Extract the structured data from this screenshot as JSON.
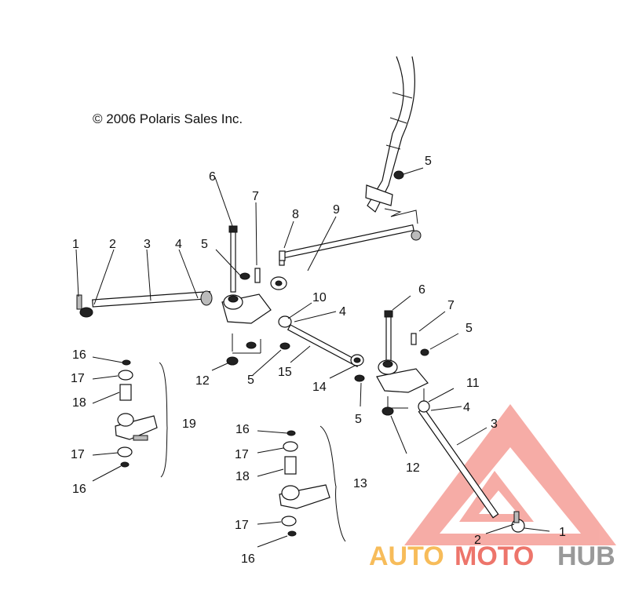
{
  "copyright": "© 2006 Polaris Sales Inc.",
  "callouts": {
    "c1a": "1",
    "c2a": "2",
    "c3a": "3",
    "c4a": "4",
    "c5a": "5",
    "c6a": "6",
    "c7a": "7",
    "c8": "8",
    "c9": "9",
    "c5b": "5",
    "c10": "10",
    "c4b": "4",
    "c12a": "12",
    "c5c": "5",
    "c15": "15",
    "c14": "14",
    "c6b": "6",
    "c7b": "7",
    "c5d": "5",
    "c11": "11",
    "c4c": "4",
    "c3b": "3",
    "c5e": "5",
    "c12b": "12",
    "c2b": "2",
    "c1b": "1",
    "c16a": "16",
    "c17a": "17",
    "c18a": "18",
    "c19": "19",
    "c17b": "17",
    "c16b": "16",
    "c16c": "16",
    "c17c": "17",
    "c18b": "18",
    "c13": "13",
    "c17d": "17",
    "c16d": "16"
  },
  "watermark": {
    "text_part1": "AUTO",
    "text_part2": "MOTO",
    "text_part3": "HUB",
    "color_orange": "#f5a623",
    "color_red": "#e8483a",
    "color_gray": "#777777"
  }
}
